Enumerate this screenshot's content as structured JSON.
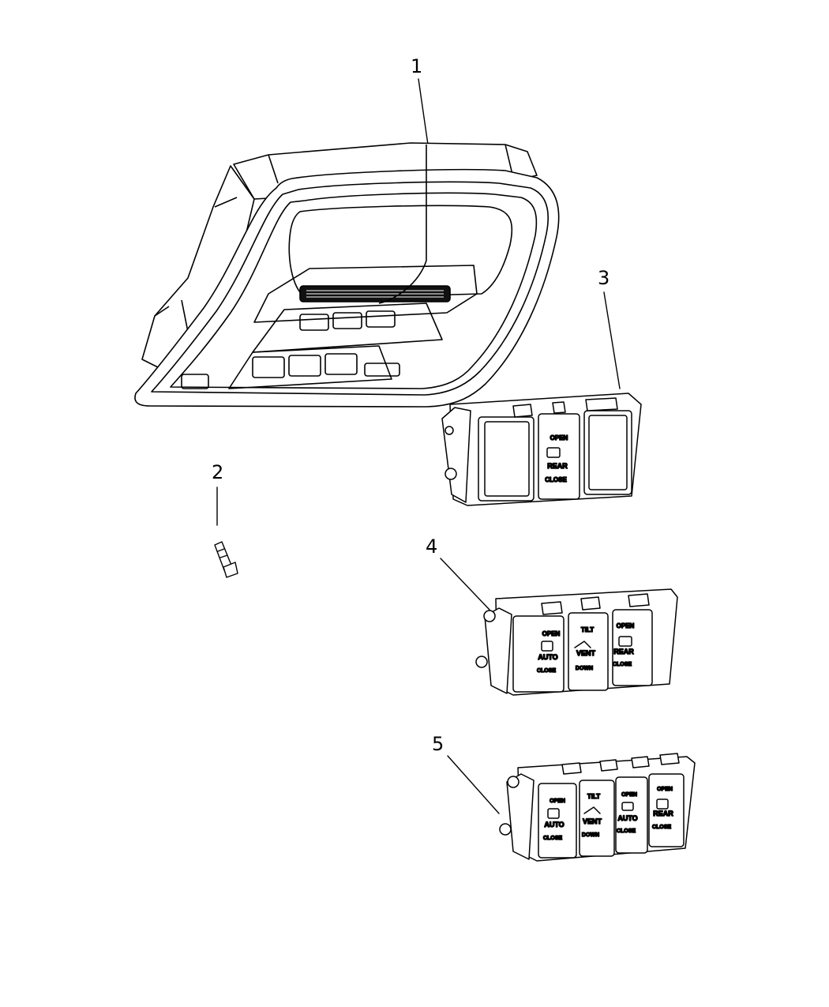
{
  "callouts": [
    "1",
    "2",
    "3",
    "4",
    "5"
  ],
  "switch_labels": {
    "open": "OPEN",
    "close": "CLOSE",
    "rear": "REAR",
    "auto": "AUTO",
    "tilt": "TILT",
    "vent": "VENT",
    "down": "DOWN"
  },
  "colors": {
    "line": "#000000",
    "background": "#ffffff"
  }
}
